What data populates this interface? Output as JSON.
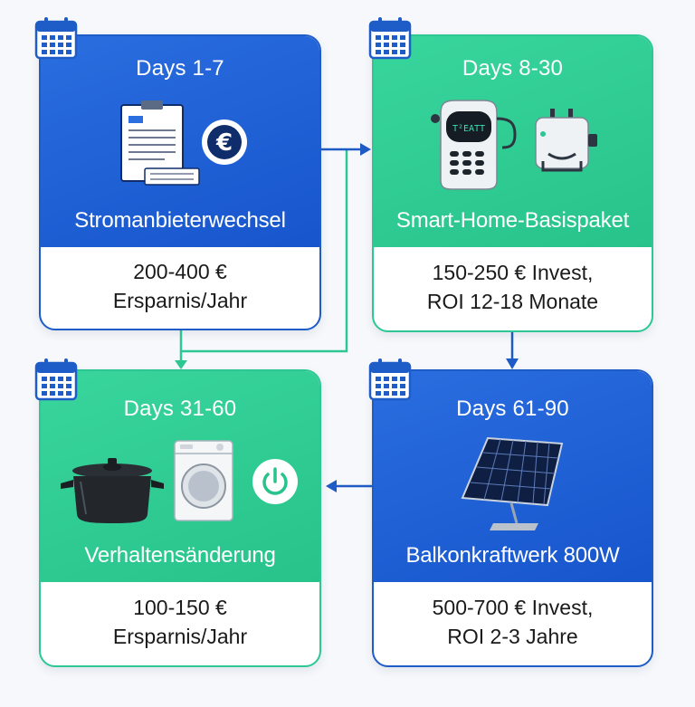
{
  "steps": [
    {
      "days": "Days 1-7",
      "title": "Stromanbieterwechsel",
      "line1": "200-400 €",
      "line2": "Ersparnis/Jahr",
      "color": "#1e5cc8",
      "icons": [
        "contract-document-icon",
        "euro-coin-icon"
      ]
    },
    {
      "days": "Days 8-30",
      "title": "Smart-Home-Basispaket",
      "line1": "150-250 € Invest,",
      "line2": "ROI 12-18 Monate",
      "color": "#2cc792",
      "icons": [
        "smart-meter-icon",
        "smart-plug-icon"
      ],
      "device_display": "T²EATT"
    },
    {
      "days": "Days 31-60",
      "title": "Verhaltensänderung",
      "line1": "100-150 €",
      "line2": "Ersparnis/Jahr",
      "color": "#2cc792",
      "icons": [
        "cooking-pot-icon",
        "washing-machine-icon",
        "power-button-icon"
      ]
    },
    {
      "days": "Days 61-90",
      "title": "Balkonkraftwerk 800W",
      "line1": "500-700 € Invest,",
      "line2": "ROI 2-3 Jahre",
      "color": "#1e5cc8",
      "icons": [
        "solar-panel-icon"
      ]
    }
  ],
  "icons": {
    "calendar": "calendar-icon"
  },
  "colors": {
    "blue": "#1e5cc8",
    "green": "#2cc792",
    "arrow_blue": "#1f5bc4",
    "arrow_green": "#2cc792"
  }
}
